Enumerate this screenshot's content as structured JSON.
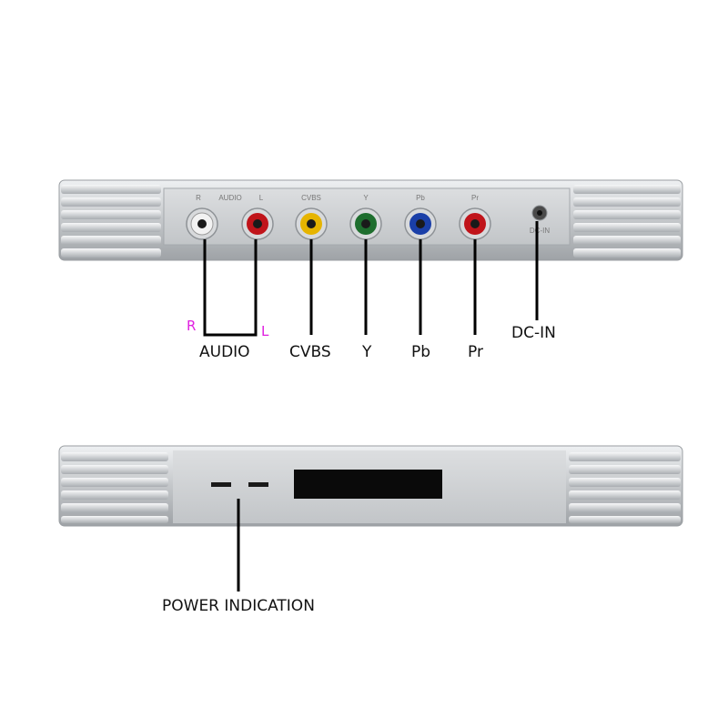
{
  "back_panel": {
    "printed_labels": {
      "r": "R",
      "audio": "AUDIO",
      "l": "L",
      "cvbs": "CVBS",
      "y": "Y",
      "pb": "Pb",
      "pr": "Pr",
      "dcin": "DC-IN"
    },
    "jack_colors": {
      "audio_r": "#f2f2f2",
      "audio_l": "#c0141a",
      "cvbs": "#e6b400",
      "y": "#1e6e2e",
      "pb": "#1a3fa8",
      "pr": "#c0141a"
    }
  },
  "callouts": {
    "r": "R",
    "l": "L",
    "audio": "AUDIO",
    "cvbs": "CVBS",
    "y": "Y",
    "pb": "Pb",
    "pr": "Pr",
    "dcin": "DC-IN",
    "power": "POWER INDICATION"
  },
  "colors": {
    "body_silver": "#c9cbcd",
    "callout_accent": "#e020e0"
  }
}
